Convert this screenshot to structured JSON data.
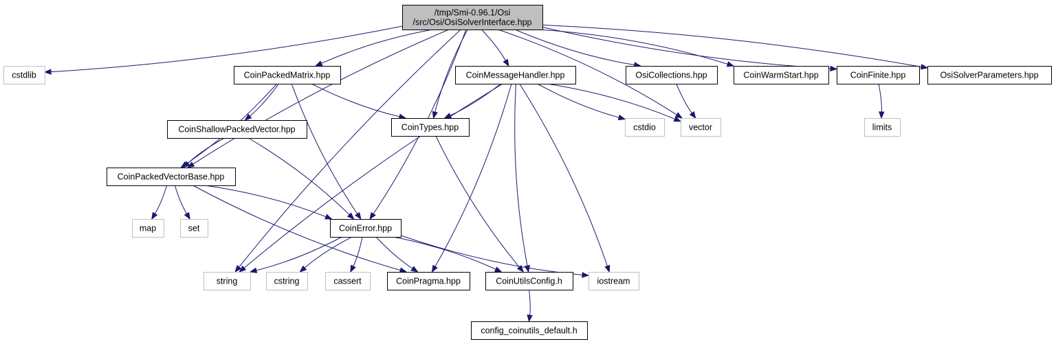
{
  "graph": {
    "title": "/tmp/Smi-0.96.1/Osi/src/Osi/OsiSolverInterface.hpp",
    "colors": {
      "edge": "#191970",
      "focus_fill": "#bfbfbf",
      "local_border": "#000000",
      "system_border": "#bfbfbf"
    },
    "nodes": [
      {
        "id": "OsiSolverInterface",
        "lines": [
          "/tmp/Smi-0.96.1/Osi",
          "/src/Osi/OsiSolverInterface.hpp"
        ],
        "kind": "focus"
      },
      {
        "id": "cstdlib",
        "lines": [
          "cstdlib"
        ],
        "kind": "system"
      },
      {
        "id": "CoinPackedMatrix",
        "lines": [
          "CoinPackedMatrix.hpp"
        ],
        "kind": "local"
      },
      {
        "id": "CoinMessageHandler",
        "lines": [
          "CoinMessageHandler.hpp"
        ],
        "kind": "local"
      },
      {
        "id": "OsiCollections",
        "lines": [
          "OsiCollections.hpp"
        ],
        "kind": "local"
      },
      {
        "id": "CoinWarmStart",
        "lines": [
          "CoinWarmStart.hpp"
        ],
        "kind": "local"
      },
      {
        "id": "CoinFinite",
        "lines": [
          "CoinFinite.hpp"
        ],
        "kind": "local"
      },
      {
        "id": "OsiSolverParameters",
        "lines": [
          "OsiSolverParameters.hpp"
        ],
        "kind": "local"
      },
      {
        "id": "CoinShallowPackedVector",
        "lines": [
          "CoinShallowPackedVector.hpp"
        ],
        "kind": "local"
      },
      {
        "id": "CoinTypes",
        "lines": [
          "CoinTypes.hpp"
        ],
        "kind": "local"
      },
      {
        "id": "cstdio",
        "lines": [
          "cstdio"
        ],
        "kind": "system"
      },
      {
        "id": "vector",
        "lines": [
          "vector"
        ],
        "kind": "system"
      },
      {
        "id": "limits",
        "lines": [
          "limits"
        ],
        "kind": "system"
      },
      {
        "id": "CoinPackedVectorBase",
        "lines": [
          "CoinPackedVectorBase.hpp"
        ],
        "kind": "local"
      },
      {
        "id": "map",
        "lines": [
          "map"
        ],
        "kind": "system"
      },
      {
        "id": "set",
        "lines": [
          "set"
        ],
        "kind": "system"
      },
      {
        "id": "CoinError",
        "lines": [
          "CoinError.hpp"
        ],
        "kind": "local"
      },
      {
        "id": "string",
        "lines": [
          "string"
        ],
        "kind": "system"
      },
      {
        "id": "cstring",
        "lines": [
          "cstring"
        ],
        "kind": "system"
      },
      {
        "id": "cassert",
        "lines": [
          "cassert"
        ],
        "kind": "system"
      },
      {
        "id": "CoinPragma",
        "lines": [
          "CoinPragma.hpp"
        ],
        "kind": "local"
      },
      {
        "id": "CoinUtilsConfig",
        "lines": [
          "CoinUtilsConfig.h"
        ],
        "kind": "local"
      },
      {
        "id": "iostream",
        "lines": [
          "iostream"
        ],
        "kind": "system"
      },
      {
        "id": "config_coinutils_default",
        "lines": [
          "config_coinutils_default.h"
        ],
        "kind": "local"
      }
    ],
    "edges": [
      [
        "OsiSolverInterface",
        "cstdlib"
      ],
      [
        "OsiSolverInterface",
        "CoinPackedMatrix"
      ],
      [
        "OsiSolverInterface",
        "CoinMessageHandler"
      ],
      [
        "OsiSolverInterface",
        "OsiCollections"
      ],
      [
        "OsiSolverInterface",
        "CoinWarmStart"
      ],
      [
        "OsiSolverInterface",
        "CoinFinite"
      ],
      [
        "OsiSolverInterface",
        "OsiSolverParameters"
      ],
      [
        "OsiSolverInterface",
        "CoinTypes"
      ],
      [
        "OsiSolverInterface",
        "vector"
      ],
      [
        "OsiSolverInterface",
        "CoinPackedVectorBase"
      ],
      [
        "OsiSolverInterface",
        "CoinError"
      ],
      [
        "OsiSolverInterface",
        "string"
      ],
      [
        "CoinPackedMatrix",
        "CoinShallowPackedVector"
      ],
      [
        "CoinPackedMatrix",
        "CoinTypes"
      ],
      [
        "CoinPackedMatrix",
        "CoinPackedVectorBase"
      ],
      [
        "CoinPackedMatrix",
        "CoinError"
      ],
      [
        "CoinMessageHandler",
        "CoinTypes"
      ],
      [
        "CoinMessageHandler",
        "cstdio"
      ],
      [
        "CoinMessageHandler",
        "vector"
      ],
      [
        "CoinMessageHandler",
        "string"
      ],
      [
        "CoinMessageHandler",
        "CoinPragma"
      ],
      [
        "CoinMessageHandler",
        "CoinUtilsConfig"
      ],
      [
        "CoinMessageHandler",
        "iostream"
      ],
      [
        "OsiCollections",
        "vector"
      ],
      [
        "CoinFinite",
        "limits"
      ],
      [
        "CoinShallowPackedVector",
        "CoinPackedVectorBase"
      ],
      [
        "CoinShallowPackedVector",
        "CoinError"
      ],
      [
        "CoinTypes",
        "CoinUtilsConfig"
      ],
      [
        "CoinPackedVectorBase",
        "map"
      ],
      [
        "CoinPackedVectorBase",
        "set"
      ],
      [
        "CoinPackedVectorBase",
        "CoinError"
      ],
      [
        "CoinPackedVectorBase",
        "CoinPragma"
      ],
      [
        "CoinError",
        "string"
      ],
      [
        "CoinError",
        "cstring"
      ],
      [
        "CoinError",
        "cassert"
      ],
      [
        "CoinError",
        "CoinPragma"
      ],
      [
        "CoinError",
        "CoinUtilsConfig"
      ],
      [
        "CoinError",
        "iostream"
      ],
      [
        "CoinUtilsConfig",
        "config_coinutils_default"
      ]
    ]
  }
}
